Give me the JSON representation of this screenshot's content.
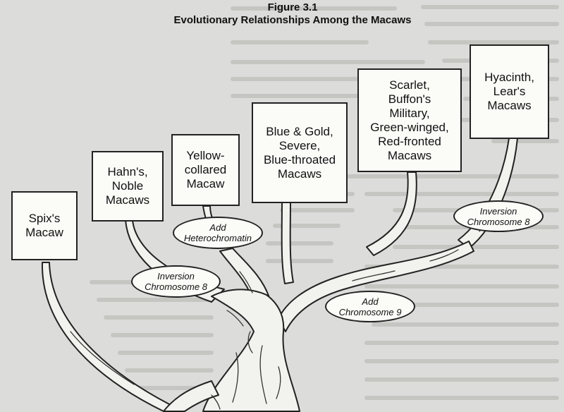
{
  "figure": {
    "number": "Figure 3.1",
    "title": "Evolutionary Relationships Among the Macaws"
  },
  "groups": [
    {
      "id": "spix",
      "label": "Spix's\nMacaw"
    },
    {
      "id": "hahns",
      "label": "Hahn's,\nNoble\nMacaws"
    },
    {
      "id": "yellow",
      "label": "Yellow-\ncollared\nMacaw"
    },
    {
      "id": "bluegold",
      "label": "Blue & Gold,\nSevere,\nBlue-throated\nMacaws"
    },
    {
      "id": "scarlet",
      "label": "Scarlet,\nBuffon's\nMilitary,\nGreen-winged,\nRed-fronted\nMacaws"
    },
    {
      "id": "hyacinth",
      "label": "Hyacinth,\nLear's\nMacaws"
    }
  ],
  "events": [
    {
      "id": "heterochromatin",
      "label": "Add\nHeterochromatin"
    },
    {
      "id": "inversion1",
      "label": "Inversion\nChromosome 8"
    },
    {
      "id": "chromosome9",
      "label": "Add\nChromosome 9"
    },
    {
      "id": "inversion2",
      "label": "Inversion\nChromosome 8"
    }
  ],
  "colors": {
    "paper": "#dcdcda",
    "box_fill": "#fbfbf8",
    "ink": "#222222",
    "trunk_fill": "#f2f2ee"
  }
}
